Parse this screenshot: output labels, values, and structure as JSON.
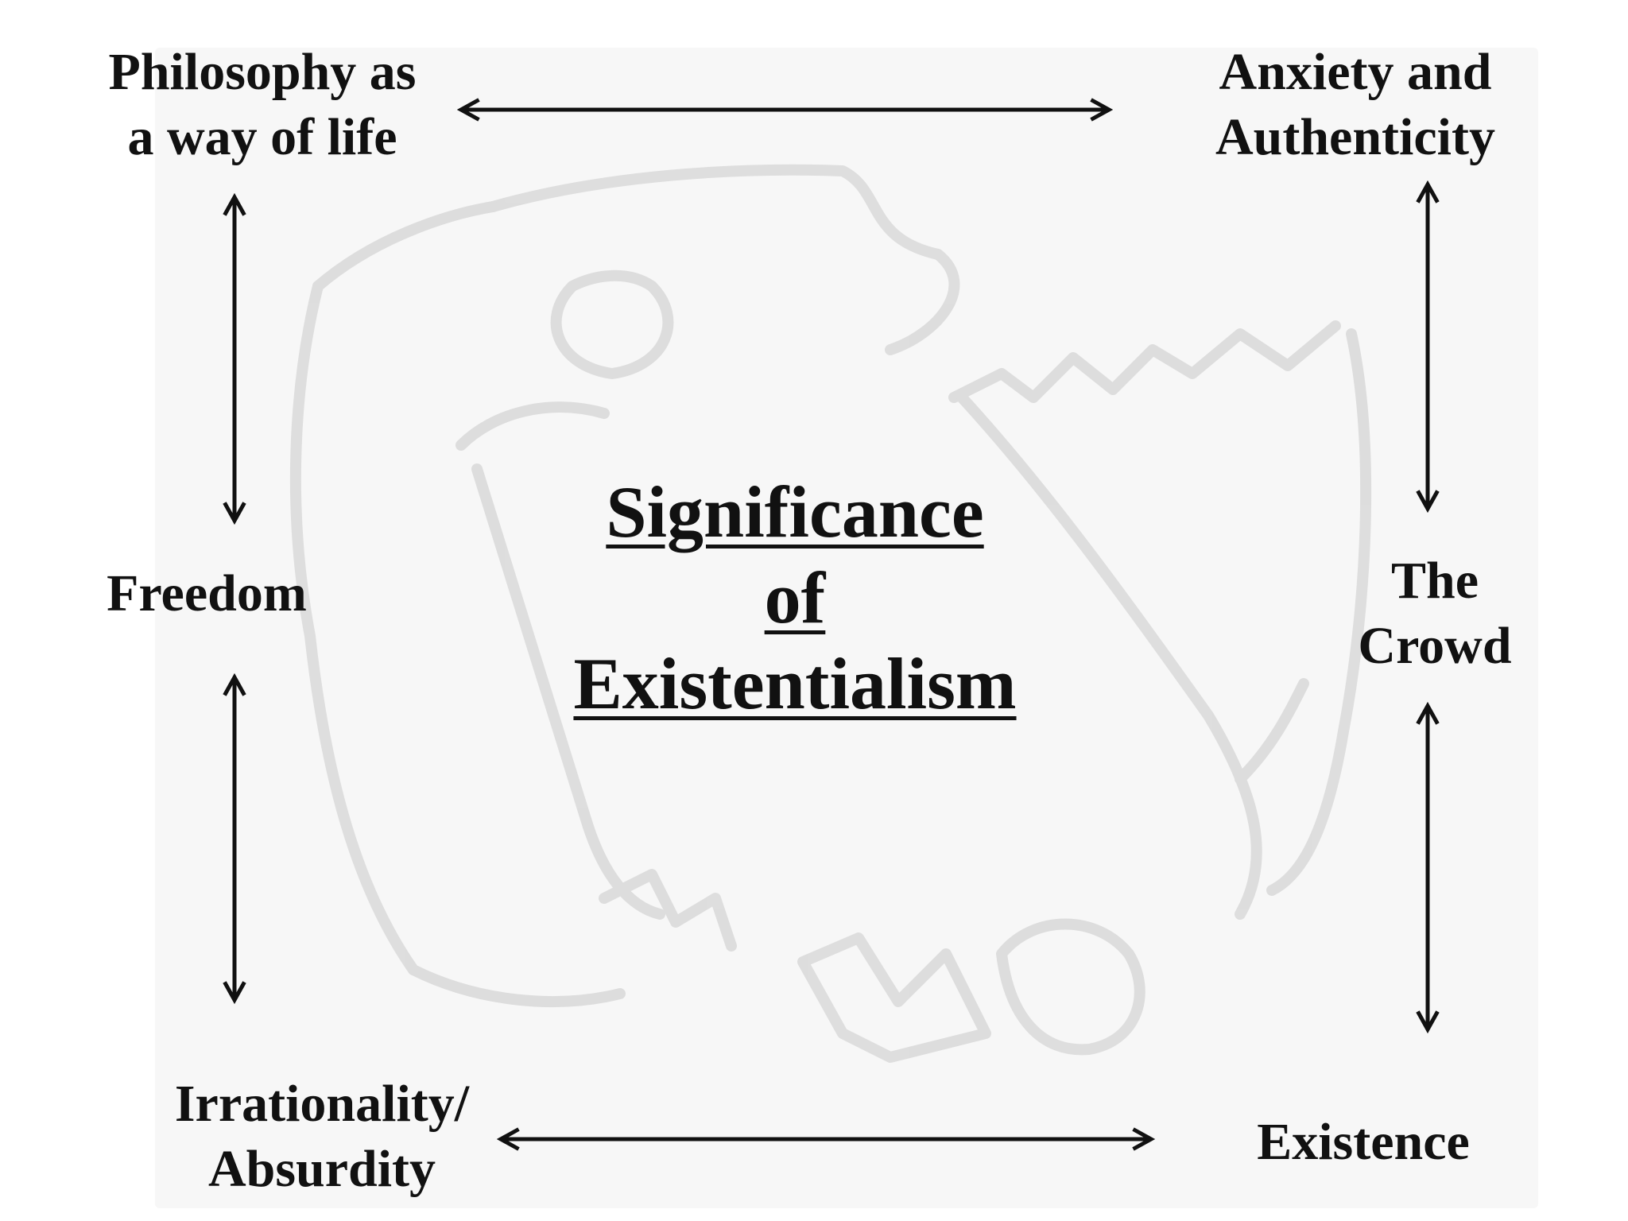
{
  "title": {
    "lines": [
      "Significance",
      "of",
      "Existentialism"
    ]
  },
  "nodes": {
    "philosophy": {
      "lines": [
        "Philosophy as",
        "a way of life"
      ]
    },
    "anxiety": {
      "lines": [
        "Anxiety and",
        "Authenticity"
      ]
    },
    "freedom": {
      "lines": [
        "Freedom"
      ]
    },
    "crowd": {
      "lines": [
        "The",
        "Crowd"
      ]
    },
    "irrationality": {
      "lines": [
        "Irrationality/",
        "Absurdity"
      ]
    },
    "existence": {
      "lines": [
        "Existence"
      ]
    }
  },
  "colors": {
    "text": "#111111",
    "arrow": "#111111",
    "watermark": "#d9d9d9",
    "background": "#f7f7f7"
  },
  "connections": [
    {
      "from": "philosophy",
      "to": "anxiety",
      "style": "bidirectional-arrow"
    },
    {
      "from": "anxiety",
      "to": "crowd",
      "style": "bidirectional-arrow"
    },
    {
      "from": "crowd",
      "to": "existence",
      "style": "bidirectional-arrow"
    },
    {
      "from": "philosophy",
      "to": "freedom",
      "style": "bidirectional-arrow"
    },
    {
      "from": "freedom",
      "to": "irrationality",
      "style": "bidirectional-arrow"
    },
    {
      "from": "irrationality",
      "to": "existence",
      "style": "bidirectional-arrow"
    }
  ],
  "background_image": {
    "icon": "faint-sketch-watermark"
  }
}
